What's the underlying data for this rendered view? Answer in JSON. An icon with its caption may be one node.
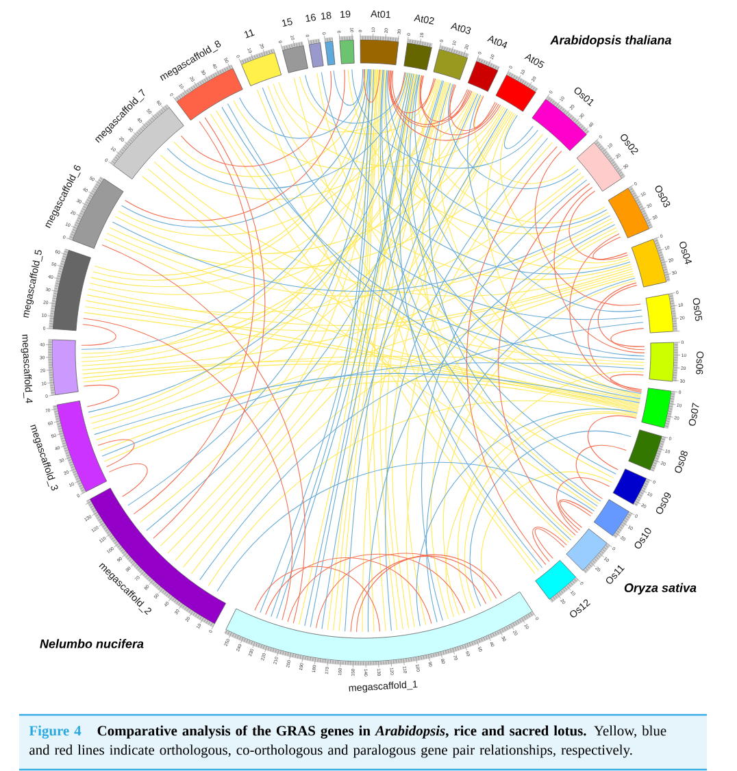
{
  "diagram": {
    "title": "Figure 4",
    "caption": "**Comparative analysis of the GRAS genes in *Arabidopsis*, rice and sacred lotus.** Yellow, blue and red lines indicate orthologous, co-orthologous and paralogous gene pair relationships, respectively.",
    "nodes": [
      {
        "text": [
          "megascaffold_1"
        ],
        "beside": [
          "0",
          "10",
          "20",
          "30",
          "40",
          "50",
          "60",
          "70",
          "80",
          "90",
          "100",
          "110",
          "120",
          "130",
          "140",
          "150",
          "160",
          "170",
          "180",
          "190",
          "200",
          "210",
          "220",
          "230",
          "240",
          "250"
        ]
      },
      {
        "text": [
          "megascaffold_2"
        ],
        "beside": [
          "0",
          "10",
          "20",
          "30",
          "40",
          "50",
          "60",
          "70",
          "80",
          "90",
          "100",
          "110",
          "120",
          "130"
        ]
      },
      {
        "text": [
          "megascaffold_3"
        ],
        "beside": [
          "0",
          "10",
          "20",
          "30",
          "40",
          "50",
          "60",
          "70"
        ]
      },
      {
        "text": [
          "megascaffold_4"
        ],
        "beside": [
          "0",
          "10",
          "20",
          "30",
          "40"
        ]
      },
      {
        "text": [
          "megascaffold_5"
        ],
        "beside": [
          "0",
          "10",
          "20",
          "30",
          "40",
          "50",
          "60"
        ]
      },
      {
        "text": [
          "megascaffold_6"
        ],
        "beside": [
          "0",
          "10",
          "20",
          "30",
          "40",
          "50"
        ]
      },
      {
        "text": [
          "megascaffold_7"
        ],
        "beside": [
          "0",
          "10",
          "20",
          "30",
          "40",
          "50",
          "60"
        ]
      },
      {
        "text": [
          "megascaffold_8"
        ],
        "beside": [
          "0",
          "10",
          "20",
          "30",
          "40",
          "50"
        ]
      },
      {
        "text": [
          "11"
        ],
        "beside": [
          "0",
          "10",
          "20"
        ]
      },
      {
        "text": [
          "15"
        ],
        "beside": [
          "0",
          "10"
        ]
      },
      {
        "text": [
          "16"
        ],
        "beside": [
          "0"
        ]
      },
      {
        "text": [
          "18"
        ],
        "beside": [
          "0"
        ]
      },
      {
        "text": [
          "19"
        ],
        "beside": [
          "0",
          "10"
        ]
      },
      {
        "text": [
          "At01"
        ],
        "beside": [
          "0",
          "10",
          "20",
          "30"
        ]
      },
      {
        "text": [
          "At02"
        ],
        "beside": [
          "0",
          "10"
        ]
      },
      {
        "text": [
          "At03"
        ],
        "beside": [
          "0",
          "10",
          "20"
        ]
      },
      {
        "text": [
          "At04"
        ],
        "beside": [
          "0",
          "10"
        ]
      },
      {
        "text": [
          "At05"
        ],
        "beside": [
          "0",
          "10",
          "20"
        ]
      },
      {
        "text": [
          "Os01"
        ],
        "beside": [
          "0",
          "10",
          "20",
          "30",
          "40"
        ]
      },
      {
        "text": [
          "Os02"
        ],
        "beside": [
          "0",
          "10",
          "20",
          "30"
        ]
      },
      {
        "text": [
          "Os03"
        ],
        "beside": [
          "0",
          "10",
          "20",
          "30"
        ]
      },
      {
        "text": [
          "Os04"
        ],
        "beside": [
          "0",
          "10",
          "20",
          "30"
        ]
      },
      {
        "text": [
          "Os05"
        ],
        "beside": [
          "0",
          "10",
          "20"
        ]
      },
      {
        "text": [
          "Os06"
        ],
        "beside": [
          "0",
          "10",
          "20",
          "30"
        ]
      },
      {
        "text": [
          "Os07"
        ],
        "beside": [
          "0",
          "10",
          "20"
        ]
      },
      {
        "text": [
          "Os08"
        ],
        "beside": [
          "0",
          "10",
          "20"
        ]
      },
      {
        "text": [
          "Os09"
        ],
        "beside": [
          "0",
          "10",
          "20"
        ]
      },
      {
        "text": [
          "Os10"
        ],
        "beside": [
          "0",
          "10",
          "20"
        ]
      },
      {
        "text": [
          "Os11"
        ],
        "beside": [
          "0",
          "10",
          "20"
        ]
      },
      {
        "text": [
          "Os12"
        ],
        "beside": [
          "0",
          "10",
          "20"
        ]
      }
    ],
    "edges": [
      {
        "from": 0,
        "to": 13,
        "arrow": "none"
      },
      {
        "from": 0,
        "to": 13,
        "arrow": "none"
      },
      {
        "from": 0,
        "to": 13,
        "arrow": "none"
      },
      {
        "from": 0,
        "to": 14,
        "arrow": "none"
      },
      {
        "from": 0,
        "to": 14,
        "arrow": "none"
      },
      {
        "from": 0,
        "to": 15,
        "arrow": "none"
      },
      {
        "from": 0,
        "to": 15,
        "arrow": "none"
      },
      {
        "from": 0,
        "to": 16,
        "arrow": "none"
      },
      {
        "from": 0,
        "to": 17,
        "arrow": "none"
      },
      {
        "from": 0,
        "to": 17,
        "arrow": "none"
      },
      {
        "from": 1,
        "to": 13,
        "arrow": "none"
      },
      {
        "from": 1,
        "to": 13,
        "arrow": "none"
      },
      {
        "from": 1,
        "to": 15,
        "arrow": "none"
      },
      {
        "from": 1,
        "to": 17,
        "arrow": "none"
      },
      {
        "from": 2,
        "to": 13,
        "arrow": "none"
      },
      {
        "from": 2,
        "to": 14,
        "arrow": "none"
      },
      {
        "from": 2,
        "to": 16,
        "arrow": "none"
      },
      {
        "from": 3,
        "to": 13,
        "arrow": "none"
      },
      {
        "from": 3,
        "to": 15,
        "arrow": "none"
      },
      {
        "from": 3,
        "to": 15,
        "arrow": "none"
      },
      {
        "from": 3,
        "to": 17,
        "arrow": "none"
      },
      {
        "from": 4,
        "to": 13,
        "arrow": "none"
      },
      {
        "from": 4,
        "to": 13,
        "arrow": "none"
      },
      {
        "from": 4,
        "to": 14,
        "arrow": "none"
      },
      {
        "from": 4,
        "to": 16,
        "arrow": "none"
      },
      {
        "from": 5,
        "to": 14,
        "arrow": "none"
      },
      {
        "from": 5,
        "to": 17,
        "arrow": "none"
      },
      {
        "from": 6,
        "to": 13,
        "arrow": "none"
      },
      {
        "from": 6,
        "to": 15,
        "arrow": "none"
      },
      {
        "from": 7,
        "to": 16,
        "arrow": "none"
      },
      {
        "from": 8,
        "to": 14,
        "arrow": "none"
      },
      {
        "from": 8,
        "to": 17,
        "arrow": "none"
      },
      {
        "from": 9,
        "to": 15,
        "arrow": "none"
      },
      {
        "from": 0,
        "to": 18,
        "arrow": "none"
      },
      {
        "from": 0,
        "to": 20,
        "arrow": "none"
      },
      {
        "from": 0,
        "to": 20,
        "arrow": "none"
      },
      {
        "from": 0,
        "to": 21,
        "arrow": "none"
      },
      {
        "from": 0,
        "to": 23,
        "arrow": "none"
      },
      {
        "from": 0,
        "to": 24,
        "arrow": "none"
      },
      {
        "from": 0,
        "to": 24,
        "arrow": "none"
      },
      {
        "from": 0,
        "to": 26,
        "arrow": "none"
      },
      {
        "from": 1,
        "to": 24,
        "arrow": "none"
      },
      {
        "from": 1,
        "to": 21,
        "arrow": "none"
      },
      {
        "from": 1,
        "to": 19,
        "arrow": "none"
      },
      {
        "from": 2,
        "to": 24,
        "arrow": "none"
      },
      {
        "from": 2,
        "to": 24,
        "arrow": "none"
      },
      {
        "from": 2,
        "to": 21,
        "arrow": "none"
      },
      {
        "from": 3,
        "to": 24,
        "arrow": "none"
      },
      {
        "from": 3,
        "to": 24,
        "arrow": "none"
      },
      {
        "from": 3,
        "to": 20,
        "arrow": "none"
      },
      {
        "from": 3,
        "to": 23,
        "arrow": "none"
      },
      {
        "from": 4,
        "to": 24,
        "arrow": "none"
      },
      {
        "from": 4,
        "to": 24,
        "arrow": "none"
      },
      {
        "from": 4,
        "to": 21,
        "arrow": "none"
      },
      {
        "from": 4,
        "to": 21,
        "arrow": "none"
      },
      {
        "from": 4,
        "to": 19,
        "arrow": "none"
      },
      {
        "from": 5,
        "to": 24,
        "arrow": "none"
      },
      {
        "from": 5,
        "to": 18,
        "arrow": "none"
      },
      {
        "from": 5,
        "to": 20,
        "arrow": "none"
      },
      {
        "from": 6,
        "to": 21,
        "arrow": "none"
      },
      {
        "from": 6,
        "to": 23,
        "arrow": "none"
      },
      {
        "from": 6,
        "to": 27,
        "arrow": "none"
      },
      {
        "from": 7,
        "to": 24,
        "arrow": "none"
      },
      {
        "from": 7,
        "to": 28,
        "arrow": "none"
      },
      {
        "from": 8,
        "to": 21,
        "arrow": "none"
      },
      {
        "from": 8,
        "to": 29,
        "arrow": "none"
      },
      {
        "from": 9,
        "to": 26,
        "arrow": "none"
      },
      {
        "from": 10,
        "to": 24,
        "arrow": "none"
      },
      {
        "from": 12,
        "to": 20,
        "arrow": "none"
      },
      {
        "from": 13,
        "to": 21,
        "arrow": "none"
      },
      {
        "from": 13,
        "to": 24,
        "arrow": "none"
      },
      {
        "from": 14,
        "to": 20,
        "arrow": "none"
      },
      {
        "from": 15,
        "to": 24,
        "arrow": "none"
      },
      {
        "from": 15,
        "to": 28,
        "arrow": "none"
      },
      {
        "from": 16,
        "to": 19,
        "arrow": "none"
      },
      {
        "from": 17,
        "to": 21,
        "arrow": "none"
      },
      {
        "from": 17,
        "to": 24,
        "arrow": "none"
      },
      {
        "from": 13,
        "to": 29,
        "arrow": "none"
      },
      {
        "from": 14,
        "to": 27,
        "arrow": "none"
      },
      {
        "from": 0,
        "to": 13,
        "arrow": "none",
        "color": "#64aad7"
      },
      {
        "from": 0,
        "to": 13,
        "arrow": "none",
        "color": "#64aad7"
      },
      {
        "from": 0,
        "to": 14,
        "arrow": "none",
        "color": "#64aad7"
      },
      {
        "from": 0,
        "to": 14,
        "arrow": "none",
        "color": "#64aad7"
      },
      {
        "from": 0,
        "to": 15,
        "arrow": "none",
        "color": "#64aad7"
      },
      {
        "from": 0,
        "to": 17,
        "arrow": "none",
        "color": "#64aad7"
      },
      {
        "from": 0,
        "to": 18,
        "arrow": "none",
        "color": "#64aad7"
      },
      {
        "from": 0,
        "to": 19,
        "arrow": "none",
        "color": "#64aad7"
      },
      {
        "from": 0,
        "to": 20,
        "arrow": "none",
        "color": "#64aad7"
      },
      {
        "from": 0,
        "to": 24,
        "arrow": "none",
        "color": "#64aad7"
      },
      {
        "from": 0,
        "to": 25,
        "arrow": "none",
        "color": "#64aad7"
      },
      {
        "from": 0,
        "to": 21,
        "arrow": "none",
        "color": "#64aad7"
      },
      {
        "from": 0,
        "to": 16,
        "arrow": "none",
        "color": "#64aad7"
      },
      {
        "from": 1,
        "to": 13,
        "arrow": "none",
        "color": "#64aad7"
      },
      {
        "from": 1,
        "to": 15,
        "arrow": "none",
        "color": "#64aad7"
      },
      {
        "from": 1,
        "to": 22,
        "arrow": "none",
        "color": "#64aad7"
      },
      {
        "from": 1,
        "to": 27,
        "arrow": "none",
        "color": "#64aad7"
      },
      {
        "from": 2,
        "to": 24,
        "arrow": "none",
        "color": "#64aad7"
      },
      {
        "from": 2,
        "to": 23,
        "arrow": "none",
        "color": "#64aad7"
      },
      {
        "from": 2,
        "to": 14,
        "arrow": "none",
        "color": "#64aad7"
      },
      {
        "from": 3,
        "to": 13,
        "arrow": "none",
        "color": "#64aad7"
      },
      {
        "from": 5,
        "to": 20,
        "arrow": "none",
        "color": "#64aad7"
      },
      {
        "from": 5,
        "to": 13,
        "arrow": "none",
        "color": "#64aad7"
      },
      {
        "from": 6,
        "to": 14,
        "arrow": "none",
        "color": "#64aad7"
      },
      {
        "from": 7,
        "to": 23,
        "arrow": "none",
        "color": "#64aad7"
      },
      {
        "from": 7,
        "to": 24,
        "arrow": "none",
        "color": "#64aad7"
      },
      {
        "from": 7,
        "to": 13,
        "arrow": "none",
        "color": "#64aad7"
      },
      {
        "from": 8,
        "to": 22,
        "arrow": "none",
        "color": "#64aad7"
      },
      {
        "from": 9,
        "to": 14,
        "arrow": "none",
        "color": "#64aad7"
      },
      {
        "from": 10,
        "to": 21,
        "arrow": "none",
        "color": "#64aad7"
      },
      {
        "from": 11,
        "to": 13,
        "arrow": "none",
        "color": "#64aad7"
      },
      {
        "from": 12,
        "to": 18,
        "arrow": "none",
        "color": "#64aad7"
      },
      {
        "from": 13,
        "to": 24,
        "arrow": "none",
        "color": "#64aad7"
      },
      {
        "from": 13,
        "to": 20,
        "arrow": "none",
        "color": "#64aad7"
      },
      {
        "from": 13,
        "to": 28,
        "arrow": "none",
        "color": "#64aad7"
      },
      {
        "from": 14,
        "to": 23,
        "arrow": "none",
        "color": "#64aad7"
      },
      {
        "from": 14,
        "to": 26,
        "arrow": "none",
        "color": "#64aad7"
      },
      {
        "from": 15,
        "to": 19,
        "arrow": "none",
        "color": "#64aad7"
      },
      {
        "from": 15,
        "to": 27,
        "arrow": "none",
        "color": "#64aad7"
      },
      {
        "from": 16,
        "to": 22,
        "arrow": "none",
        "color": "#64aad7"
      },
      {
        "from": 17,
        "to": 18,
        "arrow": "none",
        "color": "#64aad7"
      },
      {
        "from": 13,
        "to": 27,
        "arrow": "none",
        "color": "#64aad7"
      },
      {
        "from": 14,
        "to": 29,
        "arrow": "none",
        "color": "#64aad7"
      },
      {
        "from": 7,
        "to": 1,
        "arrow": "none",
        "color": "#f46d4f"
      },
      {
        "from": 7,
        "to": 1,
        "arrow": "none",
        "color": "#f46d4f"
      },
      {
        "from": 6,
        "to": 11,
        "arrow": "none",
        "color": "#f46d4f"
      },
      {
        "from": 5,
        "to": 12,
        "arrow": "none",
        "color": "#f46d4f"
      },
      {
        "from": 5,
        "to": 0,
        "arrow": "none",
        "color": "#f46d4f"
      },
      {
        "from": 4,
        "to": 0,
        "arrow": "none",
        "color": "#f46d4f"
      },
      {
        "from": 4,
        "to": 3,
        "arrow": "none",
        "color": "#f46d4f"
      },
      {
        "from": 2,
        "to": 2,
        "arrow": "none",
        "color": "#f46d4f"
      },
      {
        "from": 2,
        "to": 1,
        "arrow": "none",
        "color": "#f46d4f"
      },
      {
        "from": 3,
        "to": 2,
        "arrow": "none",
        "color": "#f46d4f"
      },
      {
        "from": 0,
        "to": 0,
        "arrow": "none",
        "color": "#f46d4f"
      },
      {
        "from": 0,
        "to": 0,
        "arrow": "none",
        "color": "#f46d4f"
      },
      {
        "from": 0,
        "to": 0,
        "arrow": "none",
        "color": "#f46d4f"
      },
      {
        "from": 0,
        "to": 0,
        "arrow": "none",
        "color": "#f46d4f"
      },
      {
        "from": 0,
        "to": 0,
        "arrow": "none",
        "color": "#f46d4f"
      },
      {
        "from": 0,
        "to": 0,
        "arrow": "none",
        "color": "#f46d4f"
      },
      {
        "from": 13,
        "to": 14,
        "arrow": "none",
        "color": "#f46d4f"
      },
      {
        "from": 13,
        "to": 15,
        "arrow": "none",
        "color": "#f46d4f"
      },
      {
        "from": 13,
        "to": 16,
        "arrow": "none",
        "color": "#f46d4f"
      },
      {
        "from": 13,
        "to": 16,
        "arrow": "none",
        "color": "#f46d4f"
      },
      {
        "from": 13,
        "to": 17,
        "arrow": "none",
        "color": "#f46d4f"
      },
      {
        "from": 14,
        "to": 15,
        "arrow": "none",
        "color": "#f46d4f"
      },
      {
        "from": 14,
        "to": 16,
        "arrow": "none",
        "color": "#f46d4f"
      },
      {
        "from": 14,
        "to": 17,
        "arrow": "none",
        "color": "#f46d4f"
      },
      {
        "from": 15,
        "to": 17,
        "arrow": "none",
        "color": "#f46d4f"
      },
      {
        "from": 15,
        "to": 16,
        "arrow": "none",
        "color": "#f46d4f"
      },
      {
        "from": 16,
        "to": 17,
        "arrow": "none",
        "color": "#f46d4f"
      },
      {
        "from": 13,
        "to": 13,
        "arrow": "none",
        "color": "#f46d4f"
      },
      {
        "from": 18,
        "to": 22,
        "arrow": "none",
        "color": "#f46d4f"
      },
      {
        "from": 19,
        "to": 21,
        "arrow": "none",
        "color": "#f46d4f"
      },
      {
        "from": 19,
        "to": 23,
        "arrow": "none",
        "color": "#f46d4f"
      },
      {
        "from": 20,
        "to": 21,
        "arrow": "none",
        "color": "#f46d4f"
      },
      {
        "from": 20,
        "to": 24,
        "arrow": "none",
        "color": "#f46d4f"
      },
      {
        "from": 18,
        "to": 29,
        "arrow": "none",
        "color": "#f46d4f"
      },
      {
        "from": 19,
        "to": 28,
        "arrow": "none",
        "color": "#f46d4f"
      },
      {
        "from": 21,
        "to": 23,
        "arrow": "none",
        "color": "#f46d4f"
      },
      {
        "from": 22,
        "to": 23,
        "arrow": "none",
        "color": "#f46d4f"
      },
      {
        "from": 24,
        "to": 26,
        "arrow": "none",
        "color": "#f46d4f"
      },
      {
        "from": 27,
        "to": 28,
        "arrow": "none",
        "color": "#f46d4f"
      },
      {
        "from": 27,
        "to": 28,
        "arrow": "none",
        "color": "#f46d4f"
      },
      {
        "from": 28,
        "to": 29,
        "arrow": "none",
        "color": "#f46d4f"
      },
      {
        "from": 28,
        "to": 29,
        "arrow": "none",
        "color": "#f46d4f"
      },
      {
        "from": 26,
        "to": 28,
        "arrow": "none",
        "color": "#f46d4f"
      },
      {
        "from": 25,
        "to": 27,
        "arrow": "none",
        "color": "#f46d4f"
      },
      {
        "from": 21,
        "to": 24,
        "arrow": "none",
        "color": "#f46d4f"
      },
      {
        "from": 23,
        "to": 24,
        "arrow": "none",
        "color": "#f46d4f"
      }
    ],
    "labels": [
      "Arabidopsis thaliana",
      "Oryza sativa",
      "Nelumbo nucifera"
    ]
  }
}
